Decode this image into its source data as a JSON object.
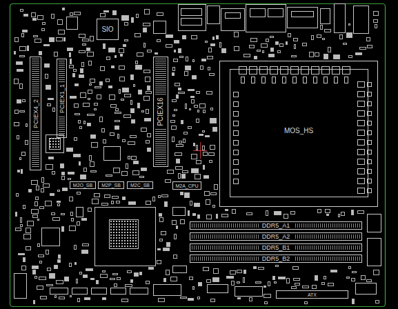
{
  "diagram": {
    "nodes": [
      {
        "text": [
          "SIO"
        ]
      },
      {
        "text": [
          "PCIEX4_2"
        ]
      },
      {
        "text": [
          "PCIEX1_1"
        ]
      },
      {
        "text": [
          "PCIEX16"
        ]
      },
      {
        "text": [
          "MOS_HS"
        ]
      },
      {
        "text": [
          "M2O_SB"
        ]
      },
      {
        "text": [
          "M2P_SB"
        ]
      },
      {
        "text": [
          "M2C_SB"
        ]
      },
      {
        "text": [
          "M2A_CPU"
        ]
      },
      {
        "text": [
          "DDR5_A1"
        ]
      },
      {
        "text": [
          "DDR5_A2"
        ]
      },
      {
        "text": [
          "DDR5_B1"
        ]
      },
      {
        "text": [
          "DDR5_B2"
        ]
      },
      {
        "text": [
          "ATX"
        ]
      }
    ]
  }
}
